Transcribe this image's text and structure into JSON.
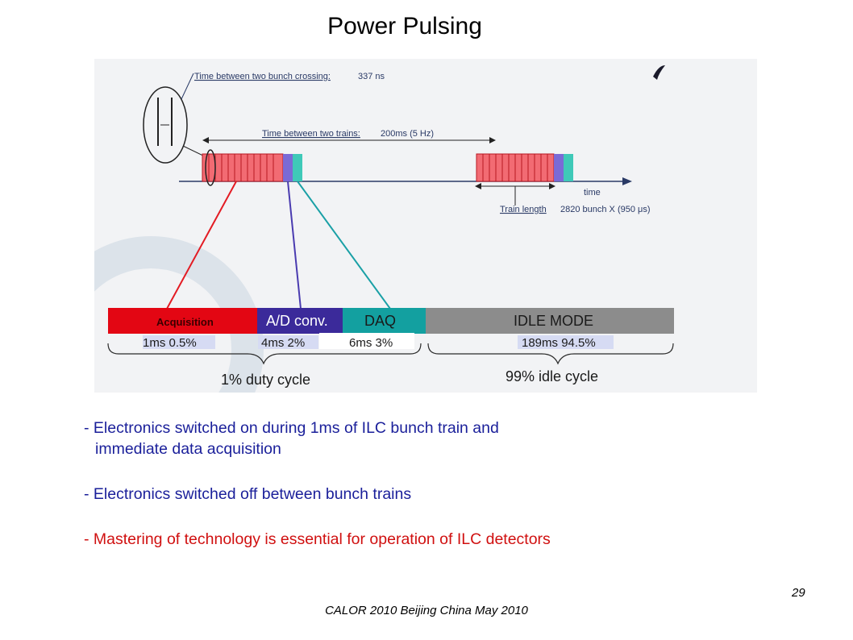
{
  "title": "Power Pulsing",
  "diagram": {
    "bunch_crossing_label": "Time between two bunch crossing:",
    "bunch_crossing_value": "337 ns",
    "trains_label": "Time between two trains:",
    "trains_value": "200ms (5 Hz)",
    "time_label": "time",
    "train_length_label": "Train length",
    "train_length_value": "2820 bunch X (950 μs)",
    "phases": [
      {
        "label": "Acquisition",
        "color": "#e30613"
      },
      {
        "label": "A/D conv.",
        "color": "#3b2a9a"
      },
      {
        "label": "DAQ",
        "color": "#13a0a0"
      },
      {
        "label": "IDLE MODE",
        "color": "#8c8c8c"
      }
    ],
    "durations": [
      "1ms 0.5%",
      "4ms 2%",
      "6ms 3%",
      "189ms 94.5%"
    ],
    "duty_cycle": "1% duty cycle",
    "idle_cycle": "99% idle cycle"
  },
  "bullets": [
    "- Electronics switched on during 1ms of ILC bunch train and",
    "immediate data acquisition",
    "- Electronics switched off between bunch trains",
    "- Mastering of technology is essential for operation of ILC detectors"
  ],
  "colors": {
    "bullet_blue": "#1a1f9a",
    "bullet_red": "#d01010"
  },
  "page_number": "29",
  "footer": "CALOR 2010 Beijing China May 2010"
}
